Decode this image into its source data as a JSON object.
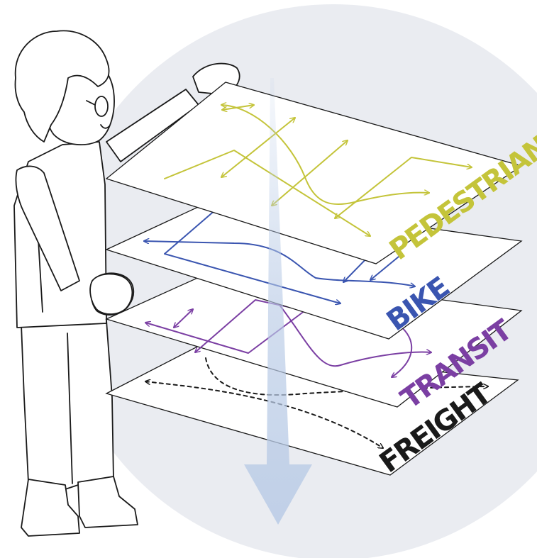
{
  "layers": {
    "pedestrian": {
      "label": "PEDESTRIAN",
      "color": "#c4c43a"
    },
    "bike": {
      "label": "BIKE",
      "color": "#3a55b0"
    },
    "transit": {
      "label": "TRANSIT",
      "color": "#7b3fa3"
    },
    "freight": {
      "label": "FREIGHT",
      "color": "#1a1a1a"
    }
  },
  "colors": {
    "background_circle": "#eaecf1",
    "arrow": "#b9cbe6",
    "outline": "#1a1a1a"
  }
}
